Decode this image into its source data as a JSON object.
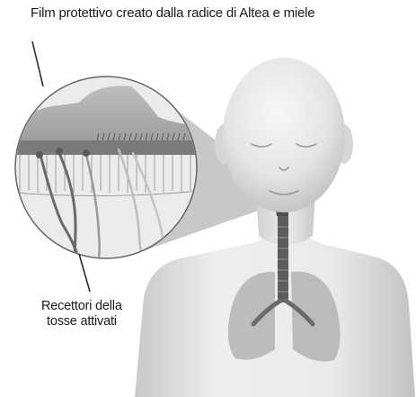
{
  "labels": {
    "film": "Film protettivo creato dalla radice di Altea e miele",
    "receptors_line1": "Recettori della",
    "receptors_line2": "tosse attivati"
  }
}
